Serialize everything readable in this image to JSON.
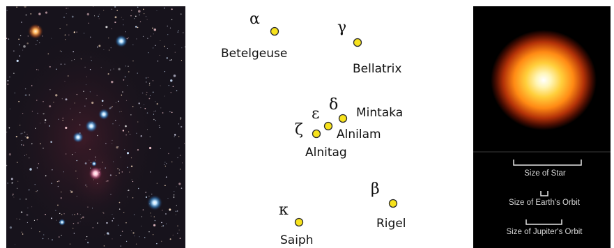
{
  "constellation": {
    "stars": [
      {
        "id": "betelgeuse",
        "greek": "α",
        "name": "Betelgeuse"
      },
      {
        "id": "bellatrix",
        "greek": "γ",
        "name": "Bellatrix"
      },
      {
        "id": "mintaka",
        "greek": "δ",
        "name": "Mintaka"
      },
      {
        "id": "alnilam",
        "greek": "ε",
        "name": "Alnilam"
      },
      {
        "id": "alnitak",
        "greek": "ζ",
        "name": "Alnitag"
      },
      {
        "id": "saiph",
        "greek": "κ",
        "name": "Saiph"
      },
      {
        "id": "rigel",
        "greek": "β",
        "name": "Rigel"
      }
    ],
    "dot_color": "#f7e21c"
  },
  "betelgeuse_panel": {
    "scales": [
      {
        "label": "Size of Star"
      },
      {
        "label": "Size of Earth's Orbit"
      },
      {
        "label": "Size of Jupiter's Orbit"
      }
    ]
  }
}
